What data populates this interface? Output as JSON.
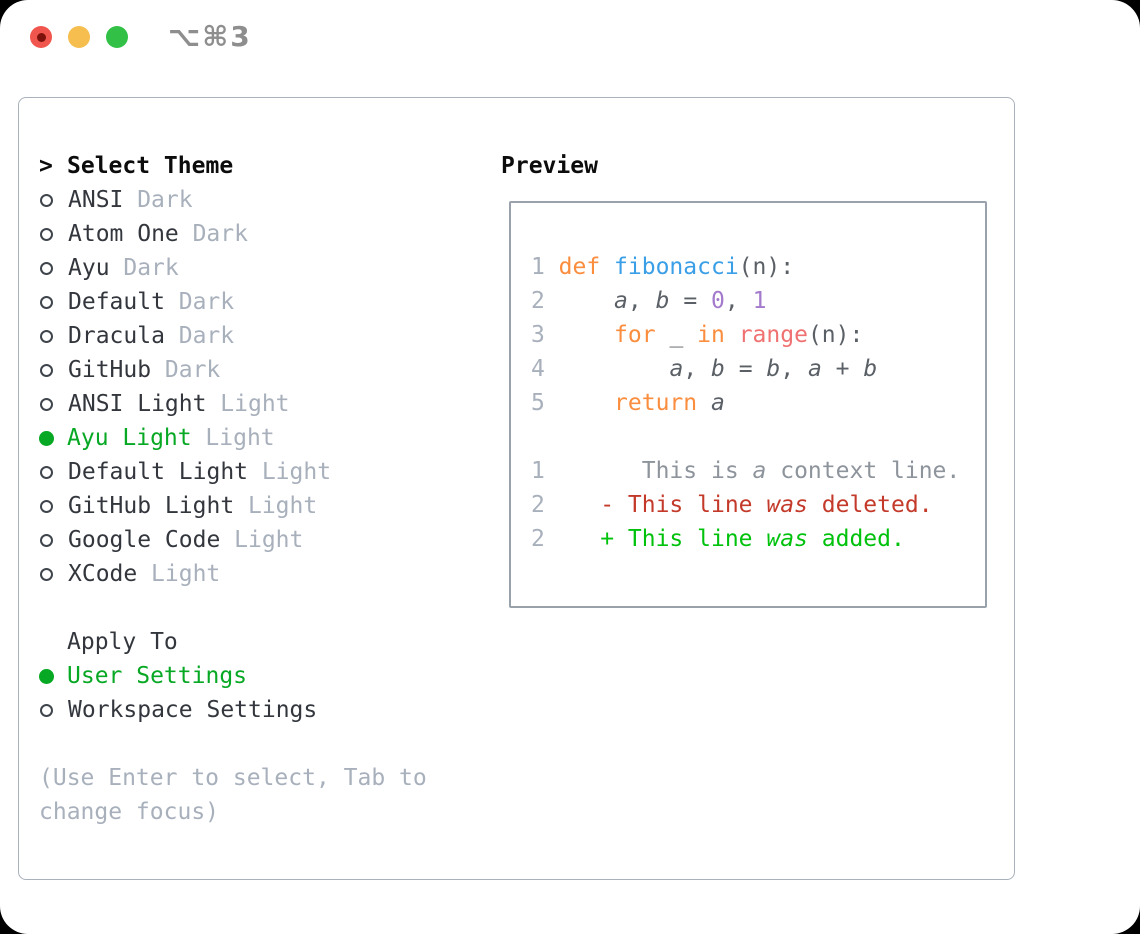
{
  "window": {
    "title": "⌥⌘3",
    "controls": [
      "close",
      "minimize",
      "zoom"
    ]
  },
  "theme_panel": {
    "header_prefix": ">",
    "header": "Select Theme",
    "items": [
      {
        "label": "ANSI",
        "variant": "Dark",
        "selected": false
      },
      {
        "label": "Atom One",
        "variant": "Dark",
        "selected": false
      },
      {
        "label": "Ayu",
        "variant": "Dark",
        "selected": false
      },
      {
        "label": "Default",
        "variant": "Dark",
        "selected": false
      },
      {
        "label": "Dracula",
        "variant": "Dark",
        "selected": false
      },
      {
        "label": "GitHub",
        "variant": "Dark",
        "selected": false
      },
      {
        "label": "ANSI Light",
        "variant": "Light",
        "selected": false
      },
      {
        "label": "Ayu Light",
        "variant": "Light",
        "selected": true
      },
      {
        "label": "Default Light",
        "variant": "Light",
        "selected": false
      },
      {
        "label": "GitHub Light",
        "variant": "Light",
        "selected": false
      },
      {
        "label": "Google Code",
        "variant": "Light",
        "selected": false
      },
      {
        "label": "XCode",
        "variant": "Light",
        "selected": false
      }
    ]
  },
  "apply_panel": {
    "header": "Apply To",
    "items": [
      {
        "label": "User Settings",
        "selected": true
      },
      {
        "label": "Workspace Settings",
        "selected": false
      }
    ]
  },
  "hint": {
    "line1": "(Use Enter to select, Tab to",
    "line2": "change focus)"
  },
  "preview": {
    "header": "Preview",
    "lines": [
      {
        "n": "1",
        "t": [
          "def ",
          "fibonacci",
          "(n):"
        ]
      },
      {
        "n": "2",
        "t": [
          "    ",
          "a",
          ", ",
          "b",
          " = ",
          "0",
          ", ",
          "1"
        ]
      },
      {
        "n": "3",
        "t": [
          "    ",
          "for",
          " _ ",
          "in",
          " ",
          "range",
          "(n):"
        ]
      },
      {
        "n": "4",
        "t": [
          "        ",
          "a",
          ", ",
          "b",
          " = ",
          "b",
          ", ",
          "a",
          " + ",
          "b"
        ]
      },
      {
        "n": "5",
        "t": [
          "    ",
          "return",
          " ",
          "a"
        ]
      },
      {
        "n": "1",
        "t": [
          "      This is ",
          "a",
          " context line."
        ]
      },
      {
        "n": "2",
        "t": [
          "   - This line ",
          "was",
          " deleted."
        ]
      },
      {
        "n": "2",
        "t": [
          "   + This line ",
          "was",
          " added."
        ]
      }
    ]
  },
  "colors": {
    "green": "#07a823",
    "add": "#00c20d",
    "del": "#c43a2a",
    "kw": "#fa8d3e",
    "fn": "#3a9fe6",
    "call": "#f07171",
    "numlit": "#a37acc",
    "fg": "#5b6067",
    "ctx": "#8e949c",
    "ink": "#33373d",
    "muted": "#a8b0bc",
    "lnum": "#a8b0bc",
    "border": "#a9b1bb",
    "pborder": "#99a1ab",
    "title-gray": "#8e8e8e",
    "traffic-red": "#f0564d",
    "traffic-red-dot": "#7c120b",
    "traffic-yellow": "#f5be4e",
    "traffic-green": "#32c146"
  }
}
